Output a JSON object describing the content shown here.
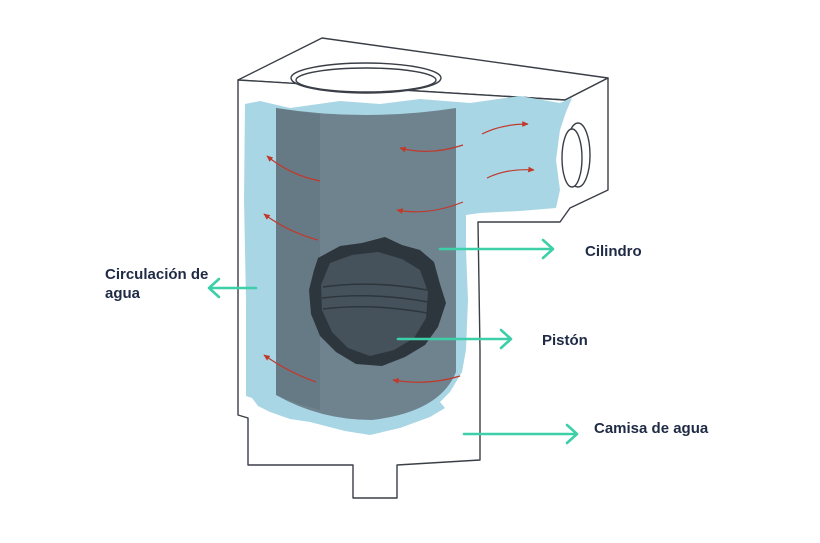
{
  "labels": {
    "cilindro": "Cilindro",
    "piston": "Pistón",
    "camisa": "Camisa de agua",
    "circulacion": "Circulación de agua"
  },
  "colors": {
    "background": "#ffffff",
    "outline": "#3a3f47",
    "water": "#a9d6e5",
    "cylinder": "#6f838f",
    "cylinder_dark": "#5e717c",
    "piston": "#46525b",
    "piston_rim": "#2e363d",
    "flow_arrow": "#c0392b",
    "pointer_arrow": "#3ccfa8",
    "label_text": "#1f2a44"
  },
  "icons": {
    "flow": "curved-arrow-icon",
    "pointer": "arrow-right-icon"
  }
}
